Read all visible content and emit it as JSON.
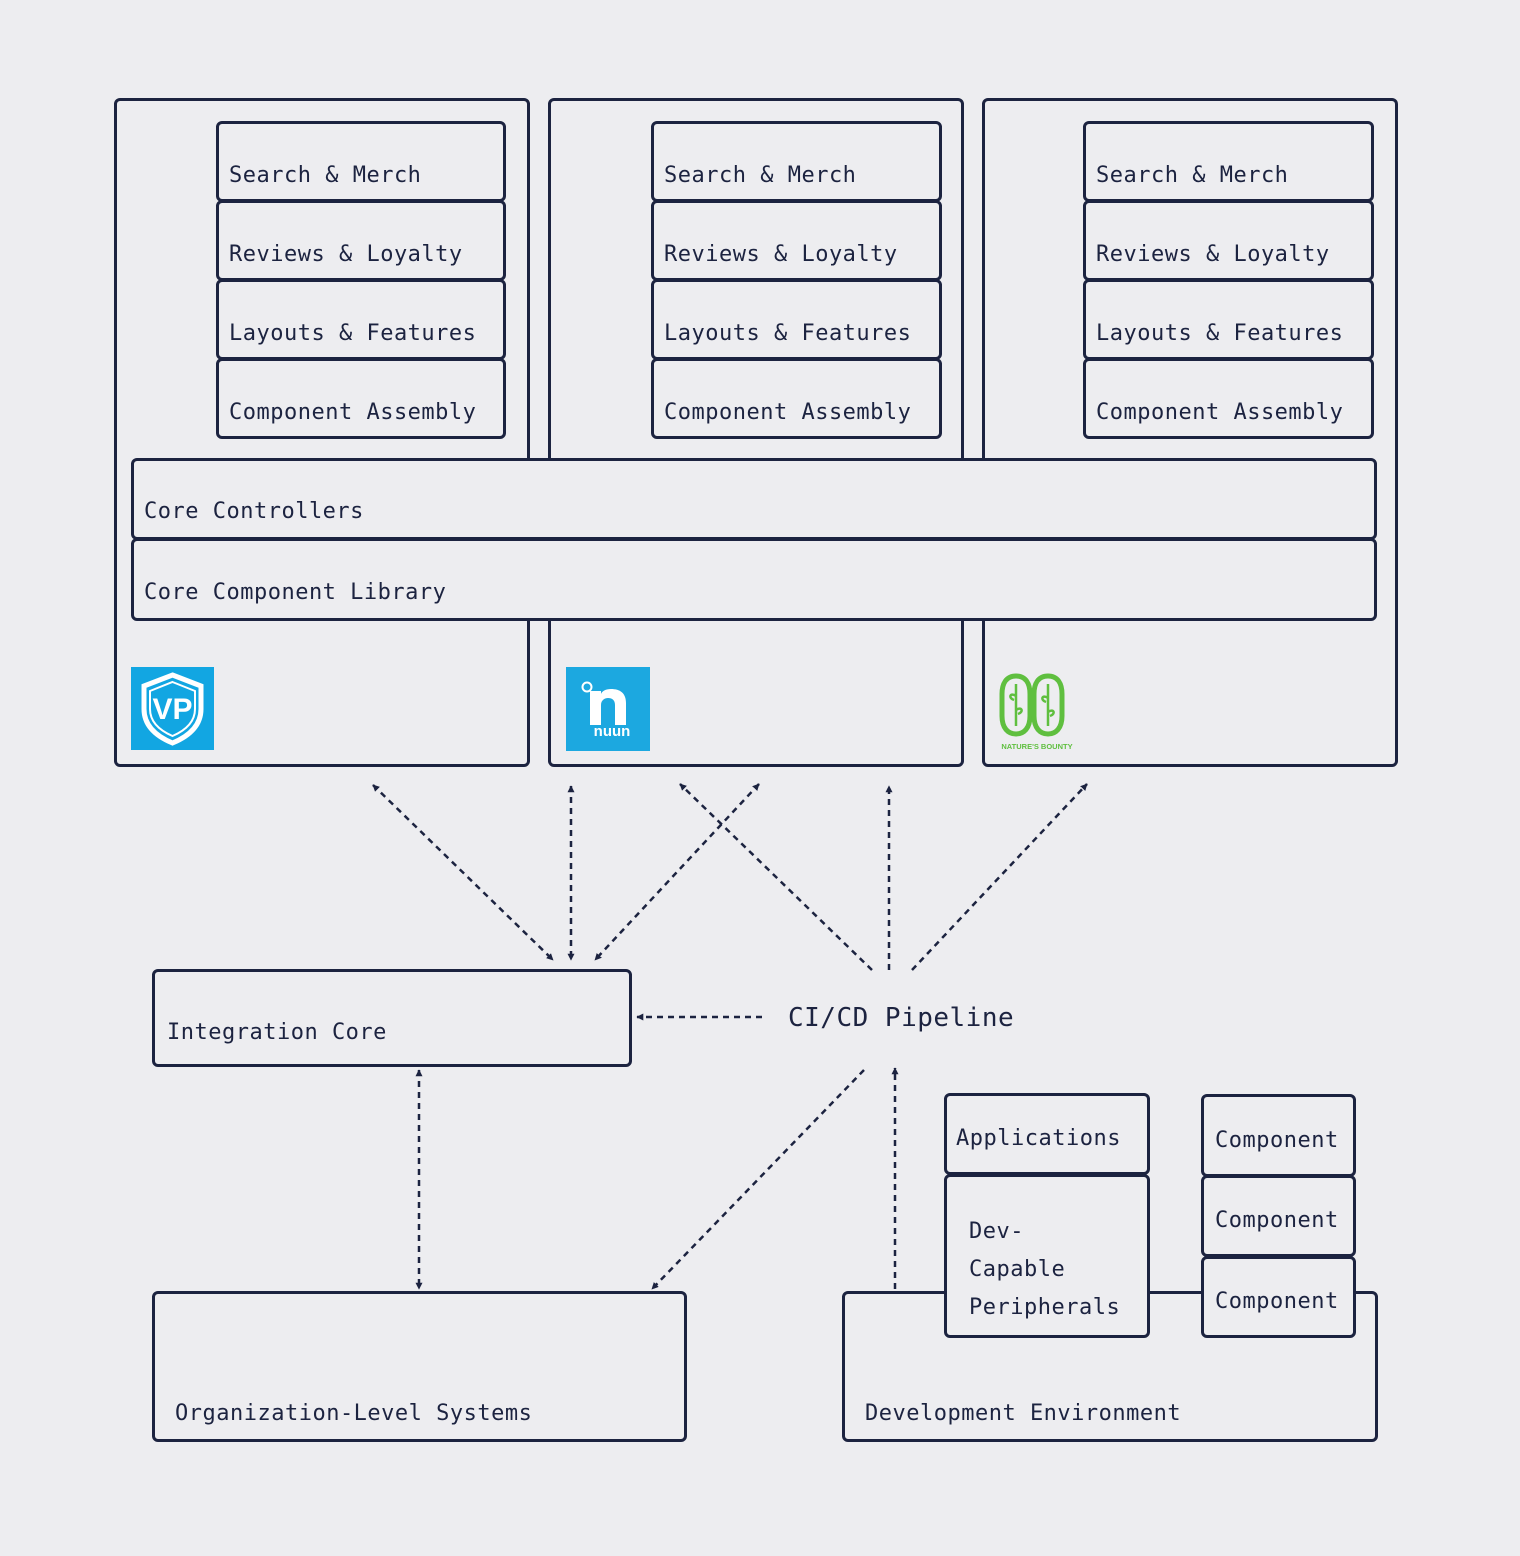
{
  "brands": [
    {
      "name": "vp",
      "logo_text": "VP",
      "logo_color": "#12a6e2",
      "modules": [
        "Search & Merch",
        "Reviews & Loyalty",
        "Layouts & Features",
        "Component Assembly"
      ]
    },
    {
      "name": "nuun",
      "logo_text": "nuun",
      "logo_color": "#1ca8e0",
      "modules": [
        "Search & Merch",
        "Reviews & Loyalty",
        "Layouts & Features",
        "Component Assembly"
      ]
    },
    {
      "name": "natures-bounty",
      "logo_text": "NATURE'S BOUNTY",
      "logo_color": "#5fbf3f",
      "modules": [
        "Search & Merch",
        "Reviews & Loyalty",
        "Layouts & Features",
        "Component Assembly"
      ]
    }
  ],
  "core": {
    "controllers": "Core Controllers",
    "library": "Core Component Library"
  },
  "integration_core": "Integration Core",
  "cicd": "CI/CD Pipeline",
  "org_systems": "Organization-Level Systems",
  "dev_env": {
    "title": "Development Environment",
    "applications": "Applications",
    "peripherals": "Dev-\nCapable\nPeripherals",
    "components": [
      "Component",
      "Component",
      "Component"
    ]
  },
  "colors": {
    "ink": "#1c2340",
    "background": "#ededf0"
  }
}
